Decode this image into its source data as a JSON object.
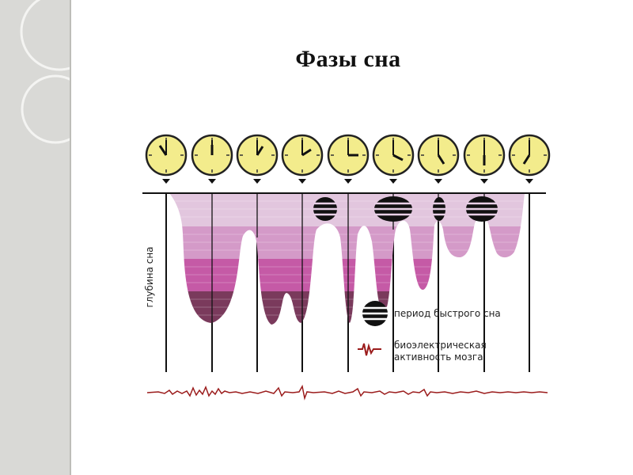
{
  "slide": {
    "title": "Фазы сна"
  },
  "diagram": {
    "axis_label": "глубина сна",
    "legend": {
      "rem_label": "период быстрого сна",
      "eeg_label_line1": "биоэлектрическая",
      "eeg_label_line2": "активность мозга"
    },
    "clock_count": 9,
    "colors": {
      "clock_face": "#f3ec8c",
      "band_light": "#e2c6de",
      "band_2": "#d49ac8",
      "band_3": "#c55aa6",
      "band_deep": "#7a3a5c",
      "eeg_line": "#9b1c1c"
    }
  }
}
